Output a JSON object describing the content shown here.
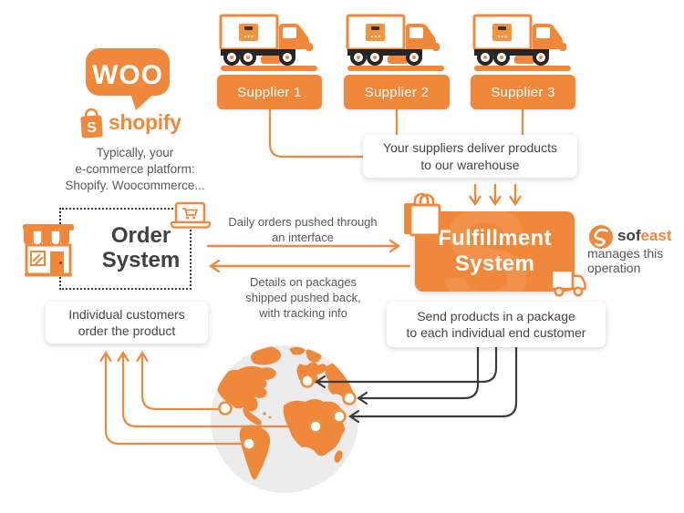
{
  "colors": {
    "orange": "#F0883B",
    "dark_text": "#414042",
    "gray_text": "#58595B",
    "dark_line": "#3B3B3B",
    "globe_gray": "#ECECEC"
  },
  "logos": {
    "woo": {
      "text": "WOO"
    },
    "shopify": {
      "wordmark": "shopify",
      "bag_letter": "S"
    },
    "sofeast": {
      "word_dark": "sof",
      "word_orange": "east",
      "caption_line1": "manages this",
      "caption_line2": "operation"
    }
  },
  "platform_note": {
    "line1": "Typically, your",
    "line2": "e-commerce platform:",
    "line3": "Shopify. Woocommerce..."
  },
  "suppliers": [
    {
      "label": "Supplier 1"
    },
    {
      "label": "Supplier 2"
    },
    {
      "label": "Supplier 3"
    }
  ],
  "systems": {
    "order": {
      "line1": "Order",
      "line2": "System"
    },
    "fulfillment": {
      "line1": "Fulfillment",
      "line2": "System"
    }
  },
  "callouts": {
    "suppliers_deliver": {
      "line1": "Your suppliers deliver products",
      "line2": "to our warehouse"
    },
    "daily_orders": {
      "line1": "Daily orders pushed through",
      "line2": "an interface"
    },
    "details_back": {
      "line1": "Details on packages",
      "line2": "shipped pushed back,",
      "line3": "with tracking info"
    },
    "individual_customers": {
      "line1": "Individual customers",
      "line2": "order the product"
    },
    "send_products": {
      "line1": "Send products in a package",
      "line2": "to each individual end customer"
    }
  }
}
